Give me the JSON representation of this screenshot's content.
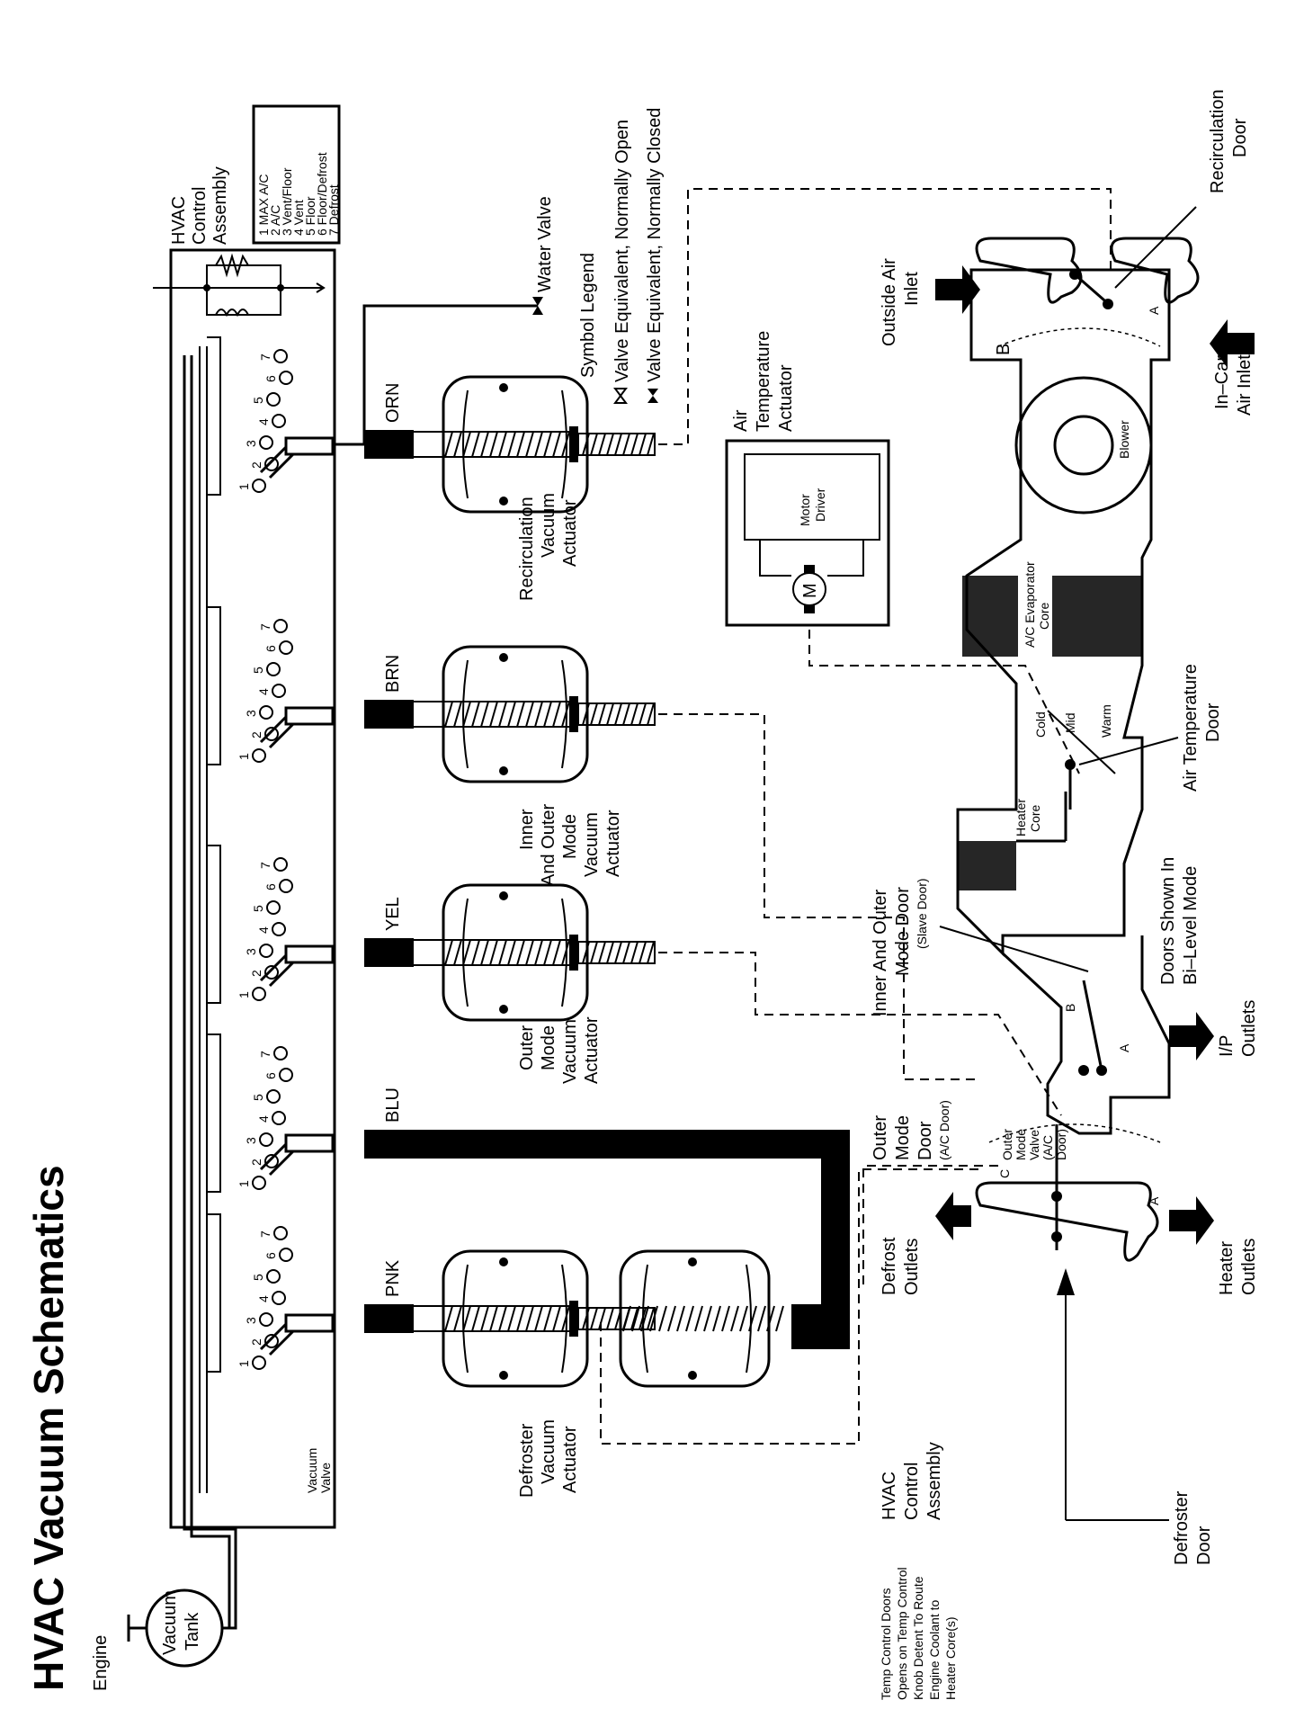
{
  "title": "HVAC Vacuum Schematics",
  "engine": "Engine",
  "vacuum_tank": [
    "Vacuum",
    "Tank"
  ],
  "vacuum_valve": [
    "Vacuum",
    "Valve"
  ],
  "hvac_control_assembly": [
    "HVAC",
    "Control",
    "Assembly"
  ],
  "control_legend": [
    "1 MAX A/C",
    "2 A/C",
    "3 Vent/Floor",
    "4 Vent",
    "5 Floor",
    "6 Floor/Defrost",
    "7 Defrost"
  ],
  "hoses": [
    {
      "color": "PNK"
    },
    {
      "color": "BLU"
    },
    {
      "color": "YEL"
    },
    {
      "color": "BRN"
    },
    {
      "color": "ORN"
    }
  ],
  "water_valve": "Water Valve",
  "symbol_legend": {
    "title": "Symbol Legend",
    "items": [
      "Valve Equivalent, Normally Open",
      "Valve Equivalent, Normally Closed"
    ]
  },
  "actuators": {
    "defroster": [
      "Defroster",
      "Vacuum",
      "Actuator"
    ],
    "outer_mode": [
      "Outer",
      "Mode",
      "Vacuum",
      "Actuator"
    ],
    "inner_outer_mode": [
      "Inner",
      "And Outer",
      "Mode",
      "Vacuum",
      "Actuator"
    ],
    "recirculation": [
      "Recirculation",
      "Vacuum",
      "Actuator"
    ],
    "air_temperature": [
      "Air",
      "Temperature",
      "Actuator"
    ]
  },
  "motor": {
    "symbol": "M",
    "driver": [
      "Motor",
      "Driver"
    ]
  },
  "air_handler": {
    "outside_air_inlet": [
      "Outside Air",
      "Inlet"
    ],
    "in_car_air_inlet": [
      "In–Car",
      "Air Inlet"
    ],
    "recirculation_door": [
      "Recirculation",
      "Door"
    ],
    "blower": "Blower",
    "evaporator_core": [
      "A/C Evaporator",
      "Core"
    ],
    "air_temperature_door": [
      "Air Temperature",
      "Door"
    ],
    "temp_positions": [
      "Cold",
      "Mid",
      "Warm"
    ],
    "heater_core": [
      "Heater",
      "Core"
    ],
    "doors_shown": [
      "Doors Shown In",
      "Bi–Level Mode"
    ],
    "inner_outer_mode_door": [
      "Inner And Outer",
      "Mode Door"
    ],
    "slave_door": "(Slave Door)",
    "ip_outlets": [
      "I/P",
      "Outlets"
    ],
    "outer_mode_door": [
      "Outer",
      "Mode",
      "Door"
    ],
    "ac_door": "(A/C Door)",
    "outer_mode_valve": [
      "Outer",
      "Mode",
      "Valve",
      "(A/C",
      "Door)"
    ],
    "defrost_outlets": [
      "Defrost",
      "Outlets"
    ],
    "heater_outlets": [
      "Heater",
      "Outlets"
    ],
    "defroster_door": [
      "Defroster",
      "Door"
    ],
    "door_letters": [
      "A",
      "B",
      "C"
    ]
  },
  "hvac_control_assembly_bottom": [
    "HVAC",
    "Control",
    "Assembly"
  ],
  "temp_note": [
    "Temp Control Doors",
    "Opens on Temp Control",
    "Knob Detent To Route",
    "Engine Coolant to",
    "Heater Core(s)"
  ]
}
